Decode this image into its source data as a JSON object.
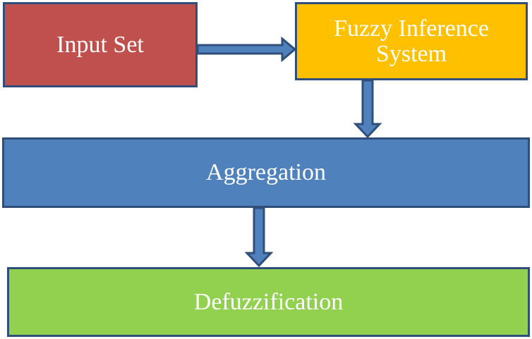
{
  "diagram": {
    "nodes": {
      "input_set": {
        "label": "Input Set",
        "fill": "#c0504d"
      },
      "fuzzy_inference": {
        "label_line1": "Fuzzy Inference",
        "label_line2": "System",
        "fill": "#ffc000"
      },
      "aggregation": {
        "label": "Aggregation",
        "fill": "#4f81bd"
      },
      "defuzzification": {
        "label": "Defuzzification",
        "fill": "#92d050"
      }
    },
    "edges": [
      {
        "from": "input_set",
        "to": "fuzzy_inference"
      },
      {
        "from": "fuzzy_inference",
        "to": "aggregation"
      },
      {
        "from": "aggregation",
        "to": "defuzzification"
      }
    ],
    "colors": {
      "border": "#2f4f7a",
      "arrow_fill": "#4f81bd",
      "arrow_stroke": "#2f4f7a",
      "text": "#ffffff"
    }
  }
}
